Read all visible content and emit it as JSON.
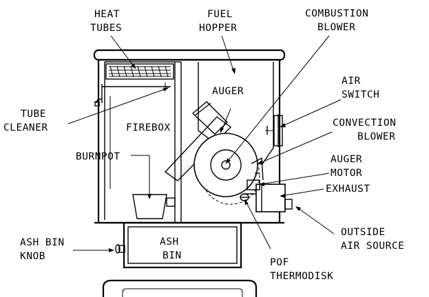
{
  "labels": {
    "heat_tubes_1": "HEAT",
    "heat_tubes_2": "TUBES",
    "fuel_hopper_1": "FUEL",
    "fuel_hopper_2": "HOPPER",
    "combustion_blower_1": "COMBUSTION",
    "combustion_blower_2": "BLOWER",
    "air_switch_1": "AIR",
    "air_switch_2": "SWITCH",
    "auger": "AUGER",
    "tube_cleaner_1": "TUBE",
    "tube_cleaner_2": "CLEANER",
    "firebox": "FIREBOX",
    "convection_blower_1": "CONVECTION",
    "convection_blower_2": "BLOWER",
    "burnpot": "BURNPOT",
    "auger_motor_1": "AUGER",
    "auger_motor_2": "MOTOR",
    "exhaust": "EXHAUST",
    "outside_air_source_1": "OUTSIDE",
    "outside_air_source_2": "AIR SOURCE",
    "ash_bin_knob_1": "ASH BIN",
    "ash_bin_knob_2": "KNOB",
    "ash_bin_1": "ASH",
    "ash_bin_2": "BIN",
    "pof_thermodisk_1": "POF",
    "pof_thermodisk_2": "THERMODISK"
  }
}
